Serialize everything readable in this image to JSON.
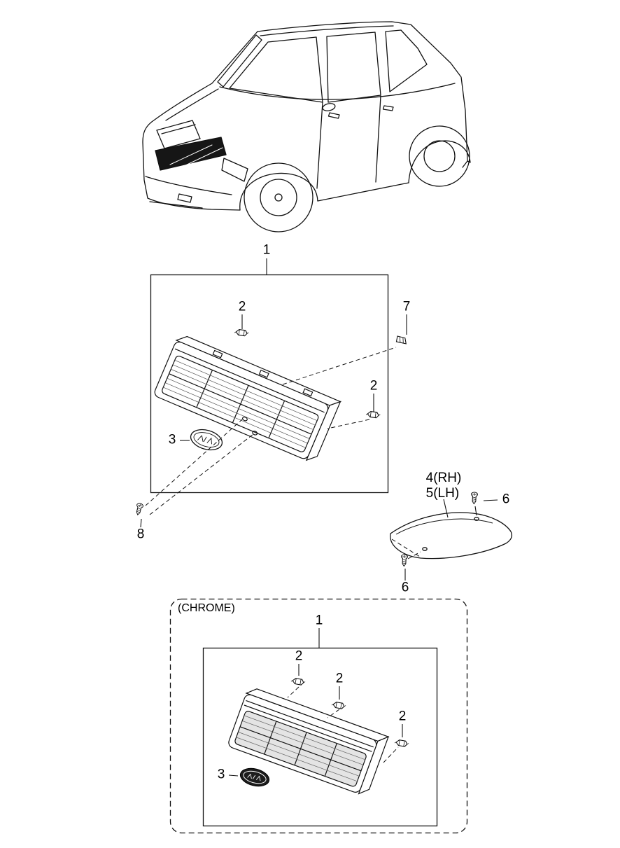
{
  "colors": {
    "background": "#ffffff",
    "line": "#111111",
    "grille_dark_fill": "#161616",
    "chrome_emblem_fill": "#1d1d1d",
    "chrome_opening_fill": "#e4e4e4"
  },
  "callouts": {
    "main": {
      "part1": "1",
      "part2_upper": "2",
      "part7": "7",
      "part2_right": "2",
      "part3": "3",
      "part8": "8"
    },
    "garnish": {
      "part4": "4(RH)",
      "part5": "5(LH)",
      "part6_upper": "6",
      "part6_lower": "6"
    },
    "chrome": {
      "section_label": "(CHROME)",
      "part1": "1",
      "part2_a": "2",
      "part2_b": "2",
      "part2_c": "2",
      "part3": "3"
    }
  }
}
